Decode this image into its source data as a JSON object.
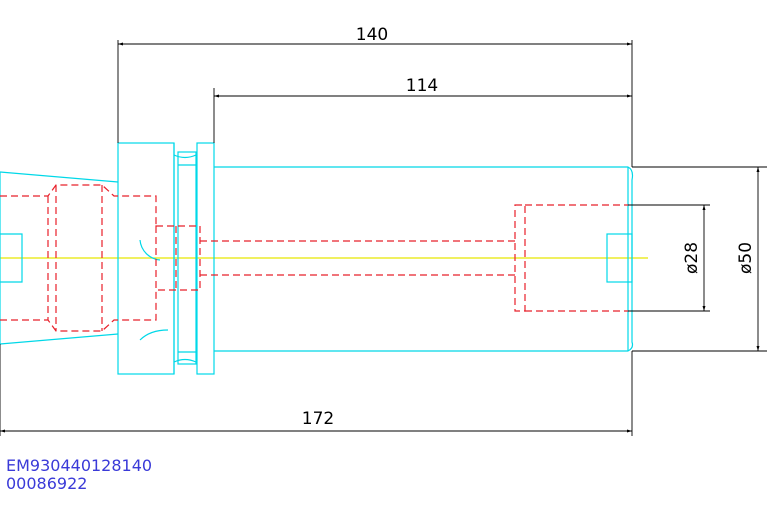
{
  "dimensions": {
    "overall_length": "140",
    "body_length": "114",
    "total_length": "172",
    "bore_diameter": "ø28",
    "outer_diameter": "ø50"
  },
  "part_codes": {
    "code_line_1": "EM930440128140",
    "code_line_2": "00086922"
  },
  "colors": {
    "outline": "#00d8e8",
    "hidden_lines": "#e8202a",
    "centerline": "#e8e800",
    "dimension": "#000000",
    "code_text": "#3a3ad8"
  }
}
